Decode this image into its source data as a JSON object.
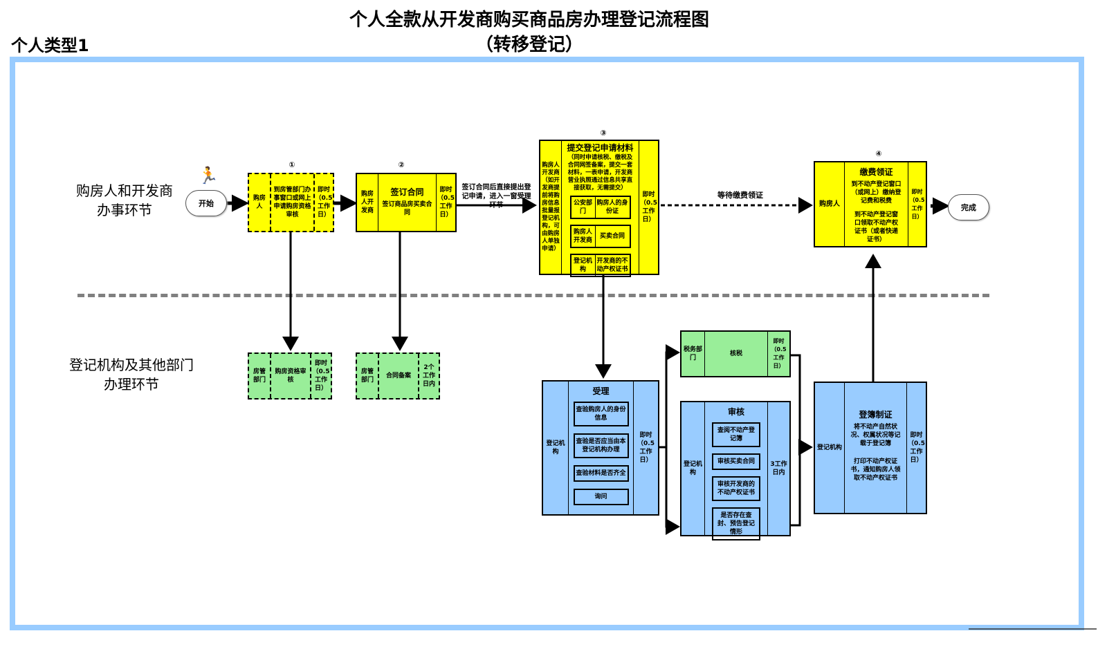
{
  "title": {
    "line1": "个人全款从开发商购买商品房办理登记流程图",
    "line2": "（转移登记）"
  },
  "type_label": "个人类型1",
  "lanes": {
    "top": {
      "line1": "购房人和开发商",
      "line2": "办事环节"
    },
    "bottom": {
      "line1": "登记机构及其他部门",
      "line2": "办理环节"
    }
  },
  "terminals": {
    "start": "开始",
    "end": "完成",
    "runner_icon": "running-person-icon"
  },
  "steps": [
    {
      "num": "①",
      "actor": "购房人",
      "main": "到房管部门办事窗口或网上申请购房资格审核",
      "time": "即时（0.5工作日）"
    },
    {
      "num": "②",
      "actor": "购房人开发商",
      "heading": "签订合同",
      "main": "签订商品房买卖合同",
      "time": "即时（0.5工作日）"
    },
    {
      "num": "③",
      "actor": "购房人开发商（如开发商提前将购房信息批量报登记机构，可由购房人单独申请）",
      "heading": "提交登记申请材料",
      "main": "（同时申请核税、缴税及合同网签备案，提交一套材料，一表申请，开发商营业执照通过信息共享直接获取，无需提交）",
      "items": [
        {
          "dept": "公安部门",
          "doc": "购房人的身份证"
        },
        {
          "dept": "购房人开发商",
          "doc": "买卖合同"
        },
        {
          "dept": "登记机构",
          "doc": "开发商的不动产权证书"
        }
      ],
      "time": "即时（0.5工作日）"
    },
    {
      "num": "④",
      "actor": "购房人",
      "heading": "缴费领证",
      "main1": "到不动产登记窗口（或网上）缴纳登记费和税费",
      "main2": "到不动产登记窗口领取不动产权证书（或者快递证书）",
      "time": "即时（0.5工作日）"
    }
  ],
  "arrows": {
    "after_step2": "签订合同后直接提出登记申请，进入一窗受理环节",
    "wait": "等待缴费领证"
  },
  "bottom_boxes": {
    "qualification": {
      "dept": "房管部门",
      "main": "购房资格审核",
      "time": "即时（0.5工作日）"
    },
    "filing": {
      "dept": "房管部门",
      "main": "合同备案",
      "time": "2个工作日内"
    },
    "accept": {
      "dept": "登记机构",
      "heading": "受理",
      "items": [
        "查验购房人的身份信息",
        "查验是否应当由本登记机构办理",
        "查验材料是否齐全",
        "询问"
      ],
      "time": "即时（0.5工作日）"
    },
    "tax": {
      "dept": "税务部门",
      "main": "核税",
      "time": "即时（0.5工作日）"
    },
    "review": {
      "dept": "登记机构",
      "heading": "审核",
      "items": [
        "查阅不动产登记簿",
        "审核买卖合同",
        "审核开发商的不动产权证书",
        "是否存在查封、预告登记情形"
      ],
      "time": "3工作日内"
    },
    "register": {
      "dept": "登记机构",
      "heading": "登簿制证",
      "main1": "将不动产自然状况、权属状况等记载于登记簿",
      "main2": "打印不动产权证书，通知购房人领取不动产权证书",
      "time": "即时（0.5工作日）"
    }
  },
  "colors": {
    "frame": "#99ccff",
    "applicant_box": "#ffff00",
    "dept_box": "#99ee99",
    "registry_box": "#99ccff",
    "divider": "#808080"
  }
}
